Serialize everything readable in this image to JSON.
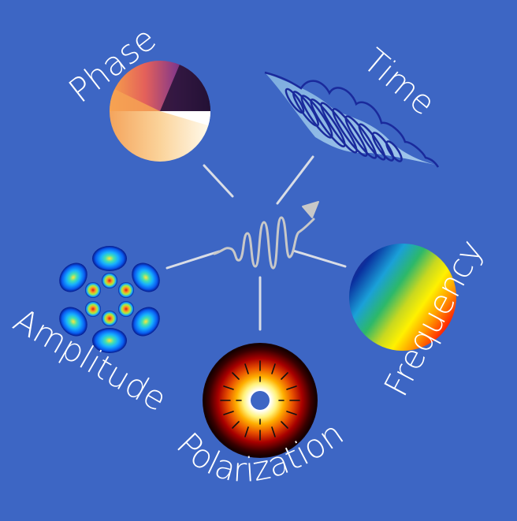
{
  "labels": {
    "phase": "Phase",
    "time": "Time",
    "frequency": "Frequency",
    "polarization": "Polarization",
    "amplitude": "Amplitude"
  },
  "colors": {
    "background": "#3d66c4",
    "text": "#ffffff",
    "connector": "#d9dde6",
    "center_wave": "#c8c8c8",
    "pulse_envelope": "#9fc3e6",
    "pulse_carrier": "#1a2a9c"
  }
}
